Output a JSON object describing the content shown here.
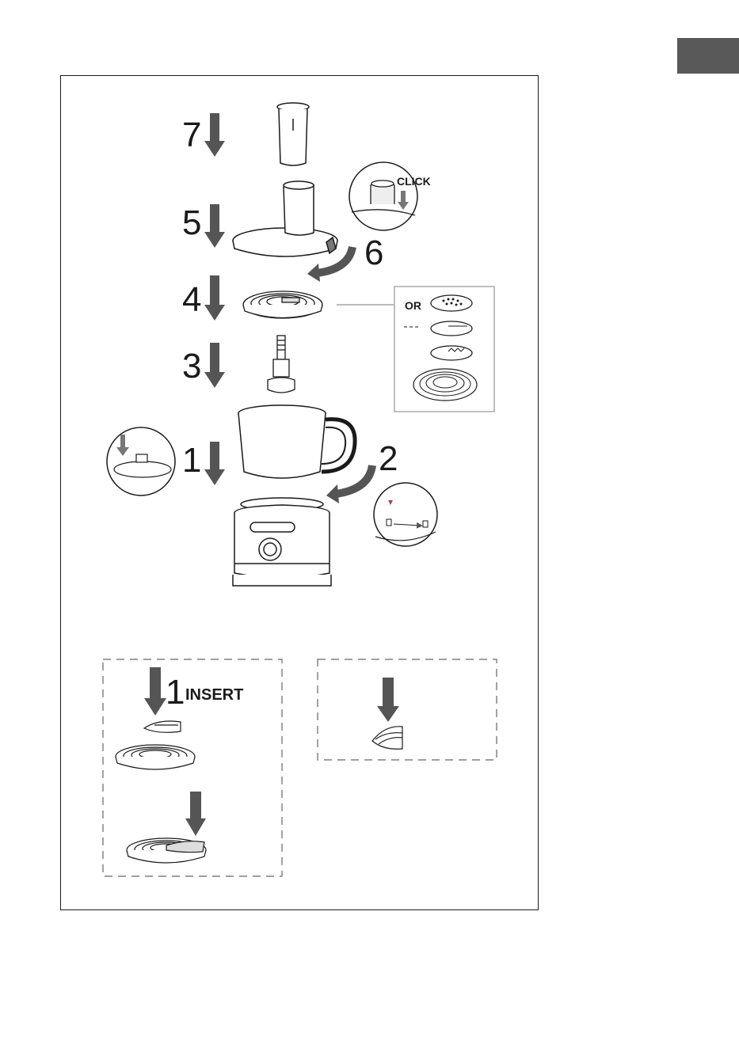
{
  "steps": {
    "s1": "1",
    "s2": "2",
    "s3": "3",
    "s4": "4",
    "s5": "5",
    "s6": "6",
    "s7": "7"
  },
  "labels": {
    "click": "CLICK",
    "or": "OR",
    "insert_num": "1",
    "insert": "INSERT"
  },
  "colors": {
    "tab": "#595959",
    "arrow": "#555555",
    "line": "#1a1a1a",
    "lock_marker": "#b04050"
  },
  "icons": [
    "down-arrow-icon",
    "rotate-arrow-icon",
    "lock-icon",
    "unlock-icon"
  ]
}
